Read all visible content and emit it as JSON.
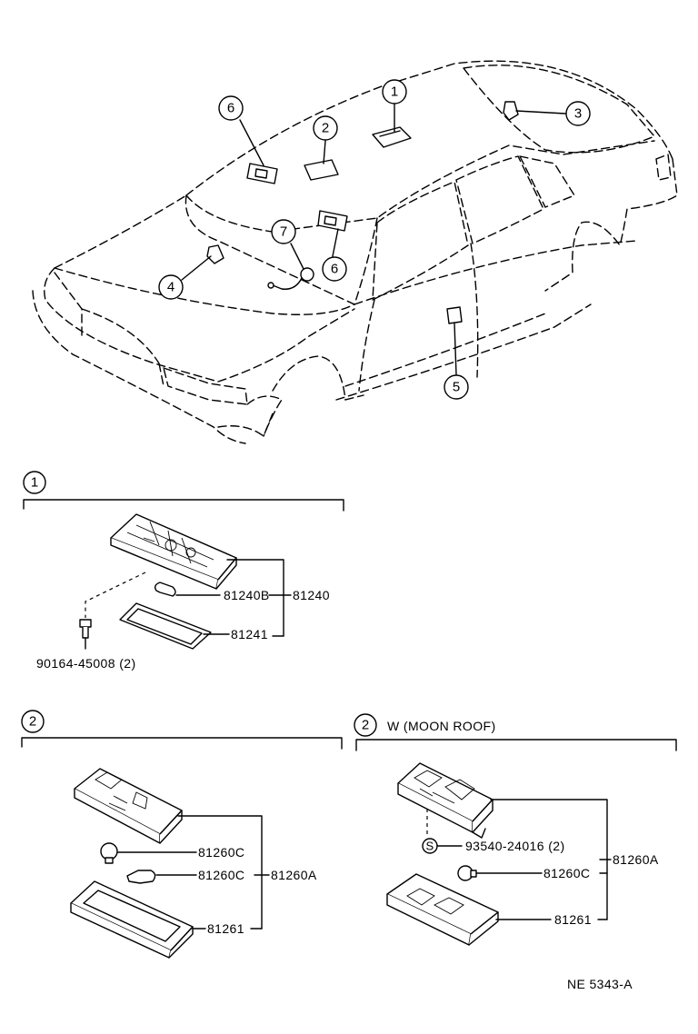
{
  "car_callouts": [
    "1",
    "2",
    "3",
    "4",
    "5",
    "6",
    "6",
    "7"
  ],
  "sections": {
    "s1": {
      "number": "1",
      "parts": {
        "bulb": "81240B",
        "assy": "81240",
        "lens": "81241",
        "screw": "90164-45008 (2)"
      }
    },
    "s2": {
      "number": "2",
      "parts": {
        "bulb_a": "81260C",
        "bulb_b": "81260C",
        "assy": "81260A",
        "lens": "81261"
      }
    },
    "s3": {
      "number": "2",
      "title": "W (MOON ROOF)",
      "screw_mark": "S",
      "parts": {
        "screw": "93540-24016 (2)",
        "bulb": "81260C",
        "assy": "81260A",
        "lens": "81261"
      }
    }
  },
  "figure_code": "NE 5343-A"
}
